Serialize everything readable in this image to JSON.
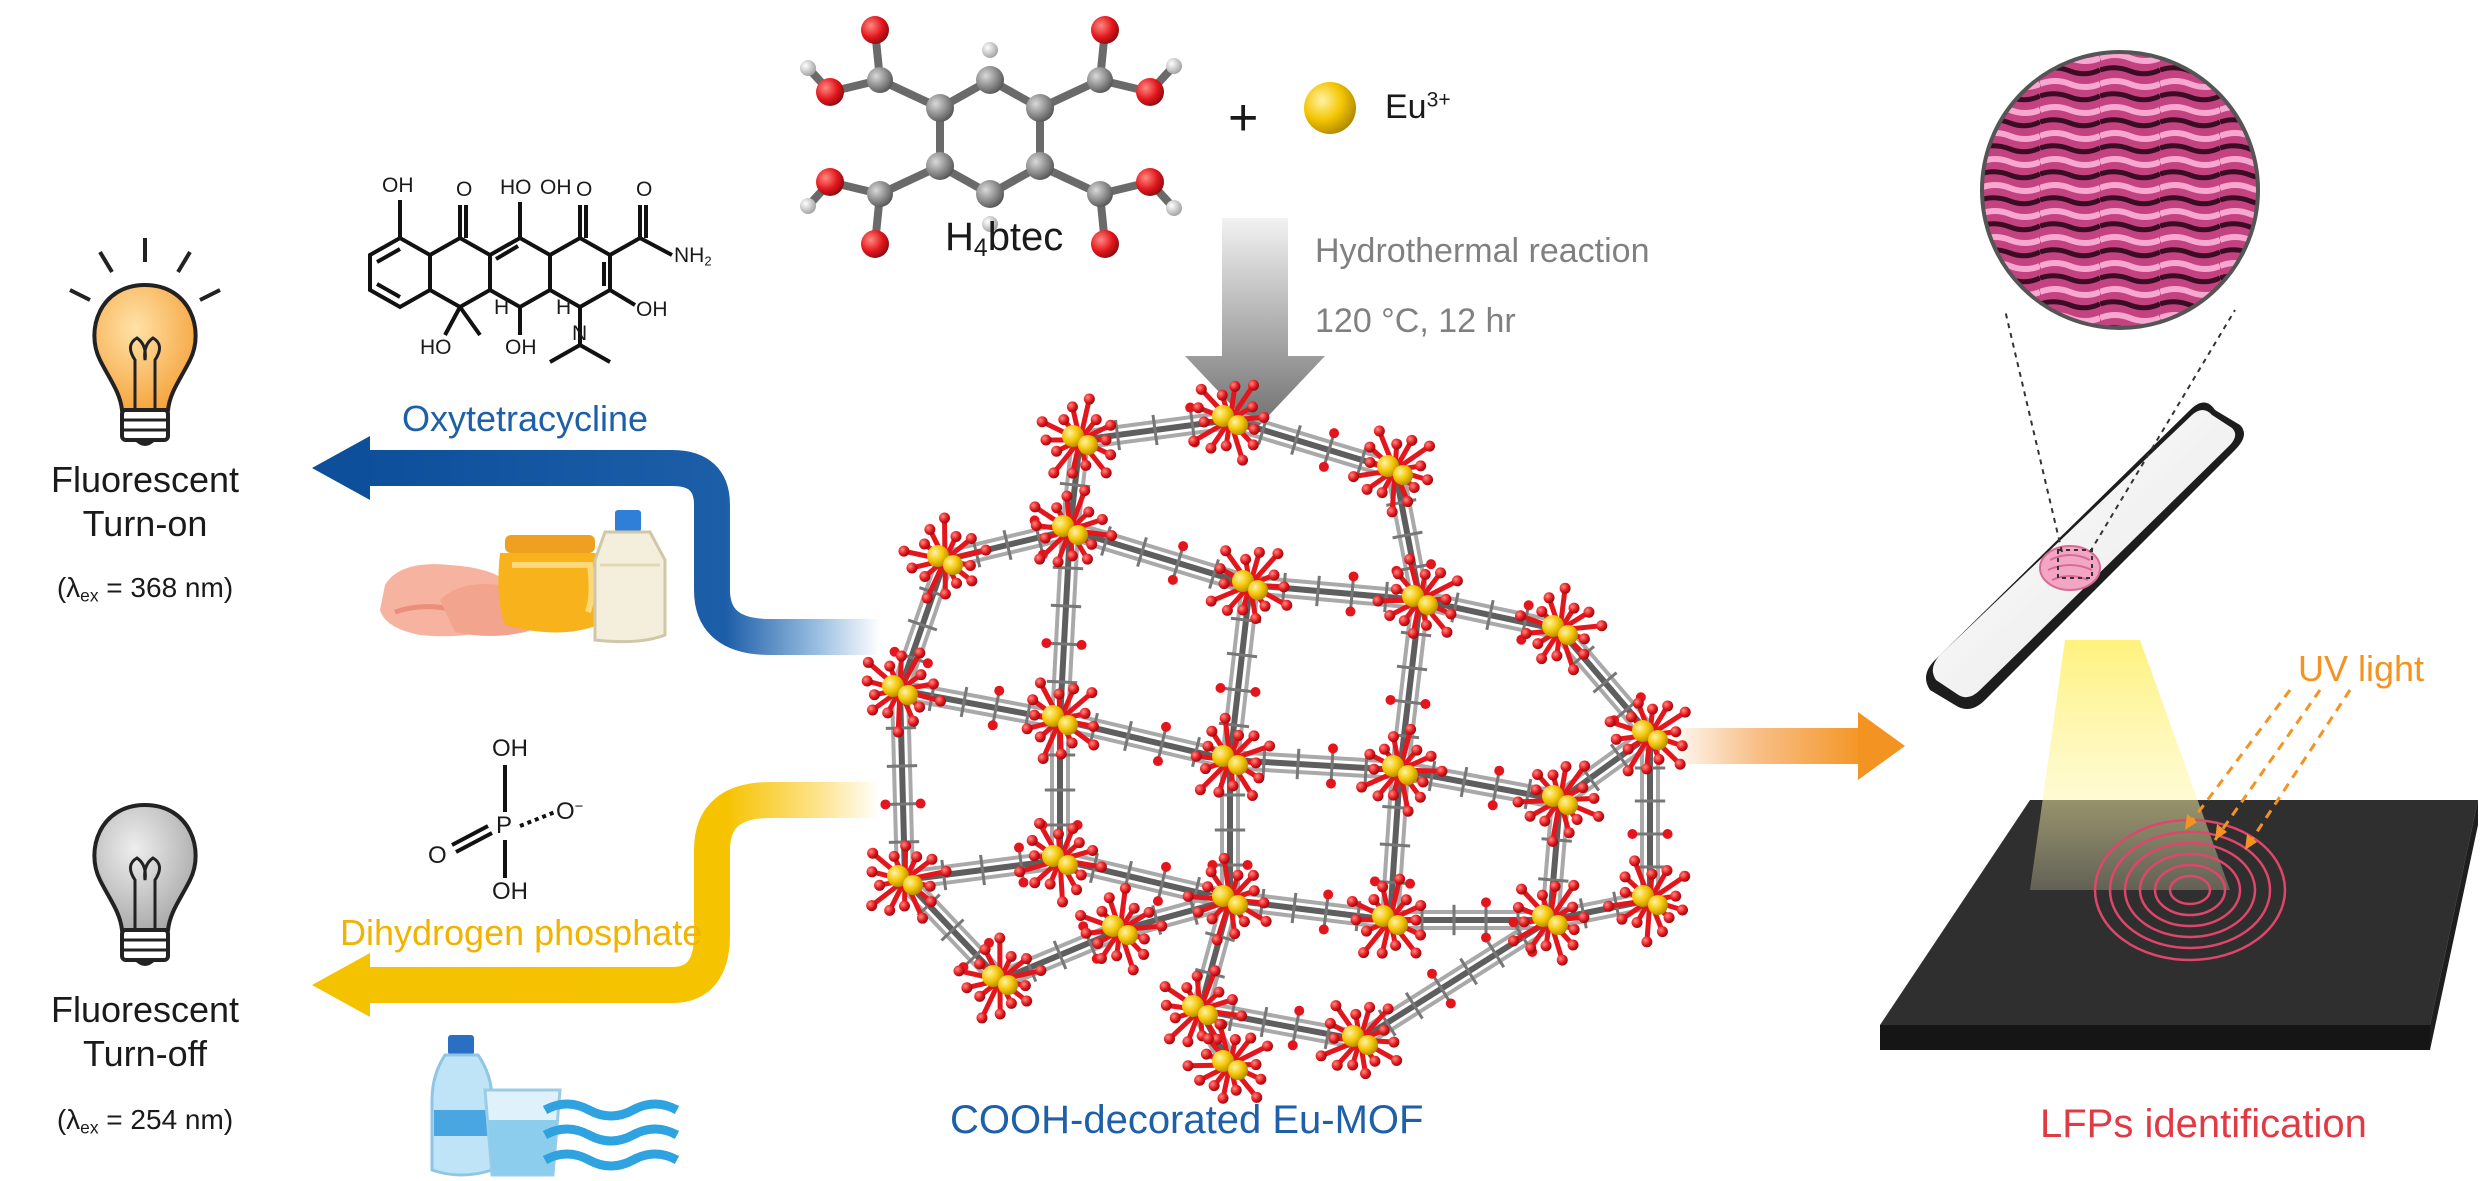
{
  "reagents": {
    "linker_name_main": "H",
    "linker_name_sub": "4",
    "linker_name_tail": "btec",
    "plus": "+",
    "metal_main": "Eu",
    "metal_sup": "3+"
  },
  "synthesis": {
    "method": "Hydrothermal reaction",
    "conditions": "120 °C, 12 hr"
  },
  "product": {
    "name": "COOH-decorated Eu-MOF"
  },
  "analyte_top": {
    "name": "Oxytetracycline",
    "struct_labels": {
      "oh_left": "OH",
      "o_1": "O",
      "ho_mid": "HO",
      "oh_mid": "OH",
      "o_2": "O",
      "o_amide": "O",
      "nh2": "NH",
      "nh2_sub": "2",
      "oh_right": "OH",
      "h_1": "H",
      "h_2": "H",
      "ho_bottom": "HO",
      "oh_bottom": "OH",
      "n": "N"
    },
    "response_line1": "Fluorescent",
    "response_line2": "Turn-on",
    "excitation_pre": "(λ",
    "excitation_sub": "ex",
    "excitation_post": " = 368 nm)"
  },
  "analyte_bottom": {
    "name": "Dihydrogen phosphate",
    "struct_labels": {
      "oh_top": "OH",
      "o_left": "O",
      "p": "P",
      "o_minus": "O",
      "minus": "−",
      "oh_bottom": "OH"
    },
    "response_line1": "Fluorescent",
    "response_line2": "Turn-off",
    "excitation_pre": "(λ",
    "excitation_sub": "ex",
    "excitation_post": " = 254 nm)"
  },
  "application": {
    "light_label": "UV light",
    "name": "LFPs identification"
  },
  "colors": {
    "blue_arrow": "#0d4f9a",
    "yellow_arrow": "#f5c200",
    "orange_arrow": "#f39422",
    "gray_arrow": "#7a7a7a",
    "eu_atom": "#f3c500",
    "oxygen": "#e3161d",
    "carbon": "#8a8a8a",
    "blue_text": "#1d5fa8",
    "yellow_text": "#f0b400",
    "orange_text": "#f39422",
    "red_text": "#e03a45",
    "bulb_on": "#f9b84a",
    "bulb_off": "#bfbfbf"
  }
}
